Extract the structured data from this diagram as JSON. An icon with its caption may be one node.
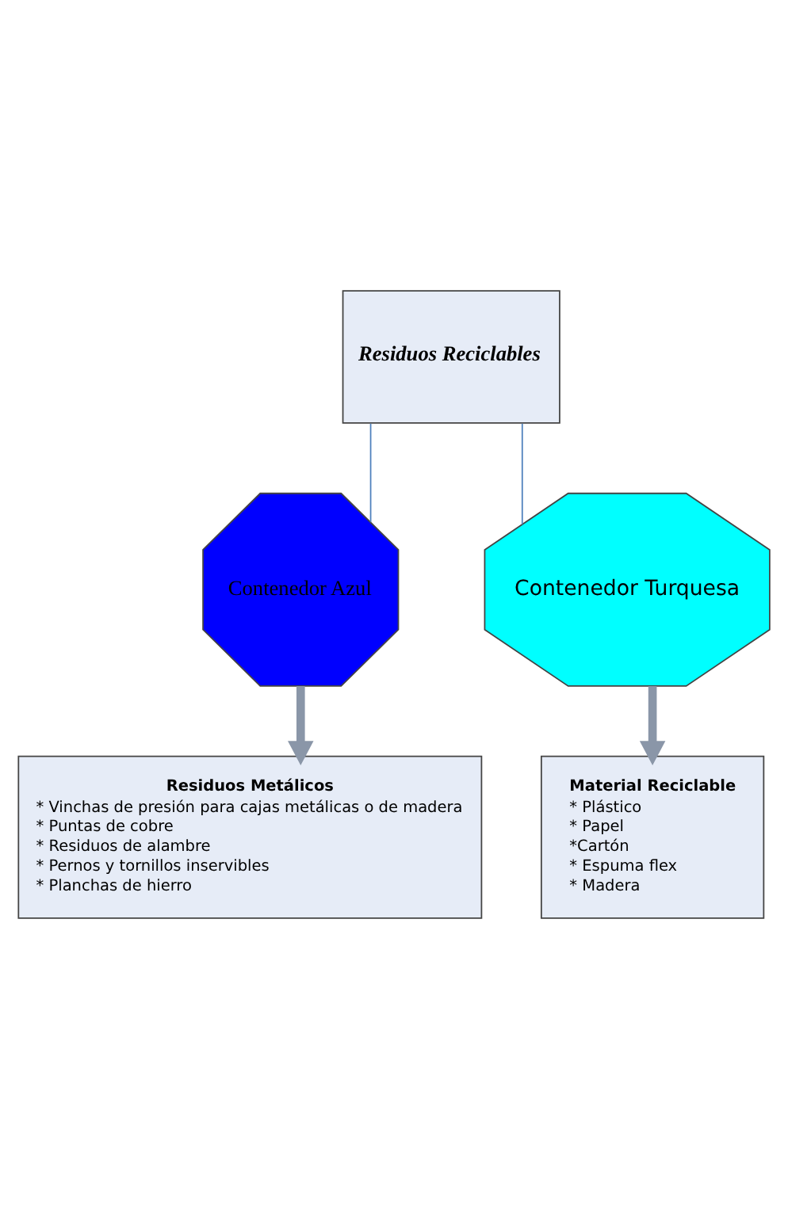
{
  "diagram": {
    "nodes": [
      {
        "text": [
          "Residuos Reciclables"
        ]
      },
      {
        "text": [
          "Contenedor Azul"
        ]
      },
      {
        "text": [
          "Contenedor Turquesa"
        ]
      },
      {
        "text": [
          "Residuos Metálicos",
          "* Vinchas de presión para cajas metálicas o de madera",
          "* Puntas de cobre",
          "* Residuos de alambre",
          "* Pernos y tornillos inservibles",
          "* Planchas de hierro"
        ]
      },
      {
        "text": [
          "Material Reciclable",
          "* Plástico",
          "* Papel",
          "*Cartón",
          "* Espuma flex",
          "* Madera"
        ]
      }
    ],
    "edges": [
      {
        "from": 0,
        "to": 1,
        "arrow": "none",
        "color": "#4f81bd"
      },
      {
        "from": 0,
        "to": 2,
        "arrow": "none",
        "color": "#4f81bd"
      },
      {
        "from": 1,
        "to": 3,
        "arrow": "to",
        "style": "thick"
      },
      {
        "from": 2,
        "to": 4,
        "arrow": "to",
        "style": "thick"
      }
    ]
  }
}
